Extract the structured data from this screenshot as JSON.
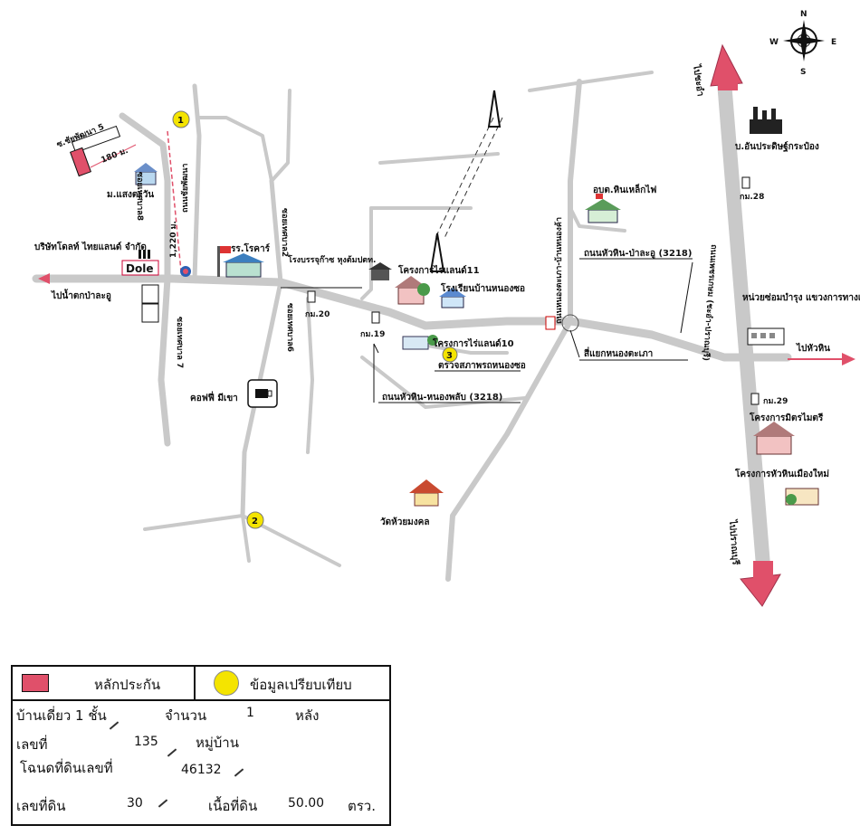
{
  "compass": {
    "n": "N",
    "s": "S",
    "e": "E",
    "w": "W"
  },
  "map_labels": {
    "soi_chaiyaphan5": "ซ.ชัยพัฒนา 5",
    "dist_180": "180 ม.",
    "dist_1220": "1,220 ม.",
    "road_chaiyaphan": "ถนนชัยพัฒนา",
    "soi_7": "ซอยเทศบาล 7",
    "soi_8": "ซอยเทศบาล8",
    "soi_2": "ซอยเทศบาล2",
    "soi_6": "ซอยเทศบาล6",
    "village_sangtawan": "ม.แสงตะวัน",
    "company_dole": "บริษัทโดลท์ ไทยแลนด์ จำกัด",
    "dole": "Dole",
    "to_nam_tok": "ไปน้ำตกป่าละอู",
    "school_rongkhan": "รร.โรคาร์",
    "gas_station": "โรงบรรจุก๊าซ หุงต้มปตท.",
    "km20": "กม.20",
    "km19": "กม.19",
    "coffee": "คอฟฟี่ มีเขา",
    "project_raeland11": "โครงการไร่แลนด์11",
    "school_ban_nongsor": "โรงเรียนบ้านหนองซอ",
    "project_raeland10": "โครงการไร่แลนด์10",
    "health_station": "ตรวจสภาพรถหนองซอ",
    "road_huahin_nongphlap": "ถนนหัวหิน-หนองพลับ (3218)",
    "road_nongkae": "ถนนหนองตะเภา-บ้านหนองค้า",
    "obt_hinlekfai": "อบต.หินเหล็กไฟ",
    "road_huahin_palau": "ถนนหัวหิน-ป่าละอู (3218)",
    "junction_nongtaphao": "สี่แยกหนองตะเภา",
    "wat_huaimongkol": "วัดห้วยมงคล",
    "to_cha_am": "ไปชะอำ",
    "factory_can": "บ.อันประดิษฐ์กระป๋อง",
    "km28": "กม.28",
    "highway_phetkasem": "ถนนเพชรเกษม (ชะอำ-ปราณบุรี)",
    "maintenance_unit": "หน่วยซ่อมบำรุง แขวงการทางเคลื่อนที่",
    "to_huahin": "ไปหัวหิน",
    "km29": "กม.29",
    "project_mitrmaitree": "โครงการมิตรไมตรี",
    "project_huahin_muangmai": "โครงการหัวหินเมืองใหม่",
    "to_pranburi": "ไปปราณบุรี",
    "marker1": "1",
    "marker2": "2",
    "marker3": "3"
  },
  "legend": {
    "collateral": "หลักประกัน",
    "comparison": "ข้อมูลเปรียบเทียบ",
    "house_type_label": "บ้านเดี่ยว 1 ชั้น",
    "count_label": "จำนวน",
    "count_value": "1",
    "count_unit": "หลัง",
    "number_label": "เลขที่",
    "number_value": "135",
    "village_label": "หมู่บ้าน",
    "deed_label": "โฉนดที่ดินเลขที่",
    "deed_value": "46132",
    "land_no_label": "เลขที่ดิน",
    "land_no_value": "30",
    "area_label": "เนื้อที่ดิน",
    "area_value": "50.00",
    "area_unit": "ตรว."
  },
  "colors": {
    "road": "#c9c9c9",
    "highway_arrow": "#e0506a",
    "collateral": "#e0506a",
    "comparison": "#f4e400"
  }
}
